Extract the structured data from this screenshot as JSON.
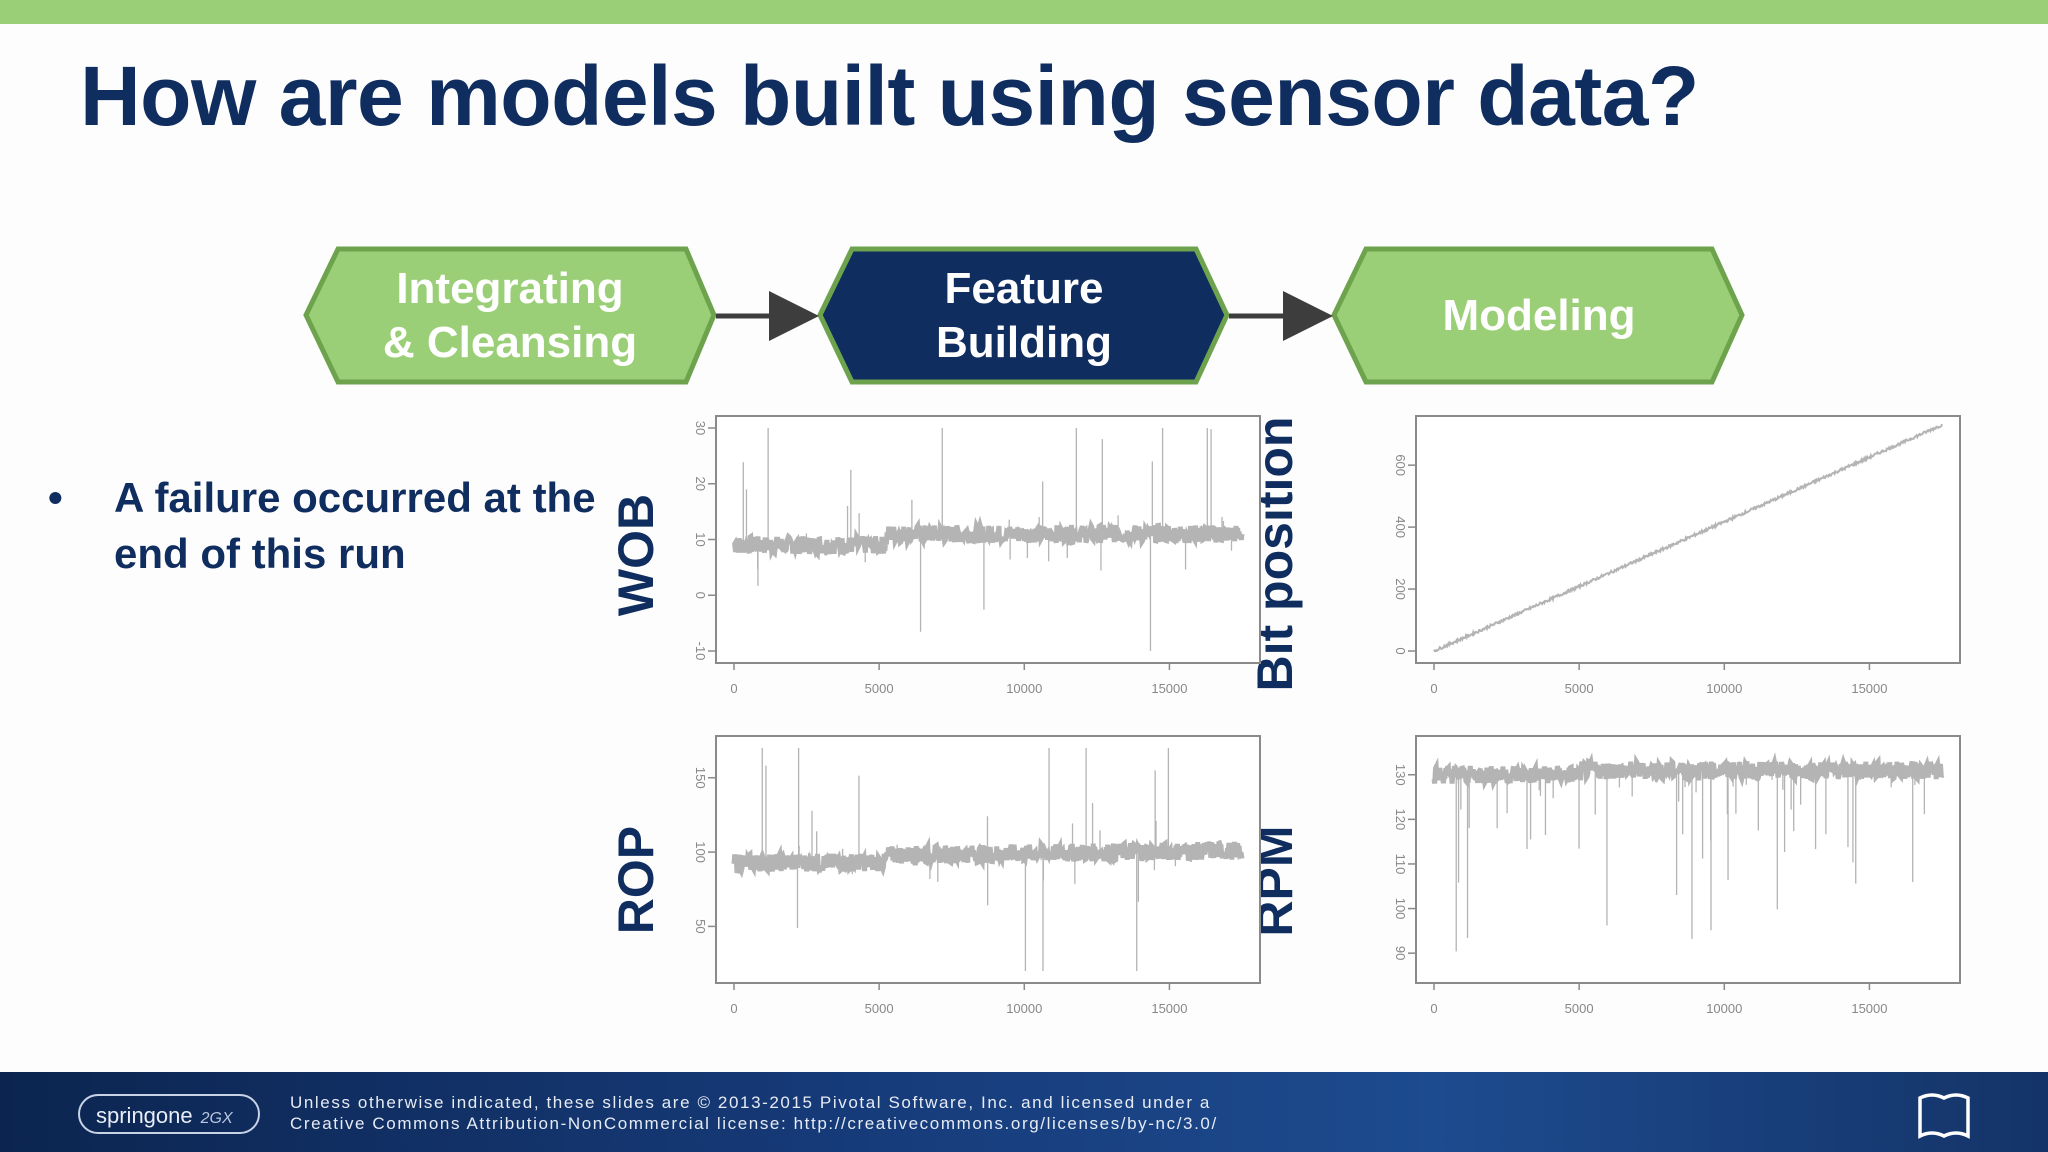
{
  "slide": {
    "title": "How are models built using sensor data?",
    "accent_color": "#9bcf77",
    "navy_color": "#0f2d5f"
  },
  "flow": {
    "steps": [
      {
        "label_line1": "Integrating",
        "label_line2": "& Cleansing",
        "fill": "#9bcf77",
        "active": false
      },
      {
        "label_line1": "Feature",
        "label_line2": "Building",
        "fill": "#0f2d5f",
        "active": true
      },
      {
        "label_line1": "Modeling",
        "label_line2": "",
        "fill": "#9bcf77",
        "active": false
      }
    ]
  },
  "bullet": {
    "text": "A failure occurred at the end of this run"
  },
  "plots": {
    "wob": {
      "ylabel": "WOB",
      "yticks": [
        "-10",
        "0",
        "10",
        "20",
        "30"
      ],
      "xticks": [
        "0",
        "5000",
        "10000",
        "15000"
      ]
    },
    "rop": {
      "ylabel": "ROP",
      "yticks": [
        "50",
        "100",
        "150"
      ],
      "xticks": [
        "0",
        "5000",
        "10000",
        "15000"
      ]
    },
    "bitpos": {
      "ylabel": "Bit position",
      "yticks": [
        "0",
        "200",
        "400",
        "600"
      ],
      "xticks": [
        "0",
        "5000",
        "10000",
        "15000"
      ]
    },
    "rpm": {
      "ylabel": "RPM",
      "yticks": [
        "90",
        "100",
        "110",
        "120",
        "130"
      ],
      "xticks": [
        "0",
        "5000",
        "10000",
        "15000"
      ]
    }
  },
  "chart_data": [
    {
      "type": "line",
      "ylabel": "WOB",
      "xlim": [
        0,
        17500
      ],
      "ylim": [
        -10,
        30
      ],
      "xticks": [
        0,
        5000,
        10000,
        15000
      ],
      "yticks": [
        -10,
        0,
        10,
        20,
        30
      ],
      "series": [
        {
          "x": [
            0,
            5200,
            5300,
            17500
          ],
          "y": [
            9,
            9,
            11,
            11
          ]
        }
      ],
      "grid": false
    },
    {
      "type": "line",
      "ylabel": "ROP",
      "xlim": [
        0,
        17500
      ],
      "ylim": [
        20,
        170
      ],
      "xticks": [
        0,
        5000,
        10000,
        15000
      ],
      "yticks": [
        50,
        100,
        150
      ],
      "series": [
        {
          "x": [
            0,
            5200,
            5300,
            17500
          ],
          "y": [
            93,
            93,
            98,
            101
          ]
        }
      ],
      "grid": false
    },
    {
      "type": "line",
      "ylabel": "Bit position",
      "xlim": [
        0,
        17500
      ],
      "ylim": [
        0,
        720
      ],
      "xticks": [
        0,
        5000,
        10000,
        15000
      ],
      "yticks": [
        0,
        200,
        400,
        600
      ],
      "series": [
        {
          "x": [
            0,
            17500
          ],
          "y": [
            0,
            730
          ]
        }
      ],
      "grid": false
    },
    {
      "type": "line",
      "ylabel": "RPM",
      "xlim": [
        0,
        17500
      ],
      "ylim": [
        86,
        136
      ],
      "xticks": [
        0,
        5000,
        10000,
        15000
      ],
      "yticks": [
        90,
        100,
        110,
        120,
        130
      ],
      "series": [
        {
          "x": [
            0,
            5000,
            5100,
            17500
          ],
          "y": [
            130,
            130,
            131,
            131
          ]
        }
      ],
      "grid": false
    }
  ],
  "footer": {
    "logo_text": "springone",
    "logo_sub": "2GX",
    "license_line1": "Unless otherwise indicated, these slides are © 2013-2015 Pivotal Software, Inc. and licensed under a",
    "license_line2": "Creative Commons Attribution-NonCommercial license: http://creativecommons.org/licenses/by-nc/3.0/"
  }
}
